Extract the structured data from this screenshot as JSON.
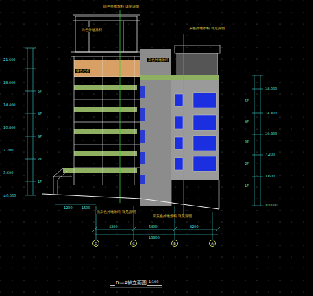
{
  "diagram": {
    "title": "D—A轴立面图",
    "nodes": [
      {
        "text": [
          "D"
        ]
      },
      {
        "text": [
          "C"
        ]
      },
      {
        "text": [
          "B"
        ]
      },
      {
        "text": [
          "A"
        ]
      }
    ],
    "labels": [
      "1:100",
      "白色外墙涂料 详见说明",
      "白色外墙涂料",
      "灰色外墙涂料 详见说明",
      "灰色外墙涂料",
      "绿色栏杆",
      "±0.000",
      "3.600",
      "7.200",
      "10.800",
      "14.400",
      "18.000",
      "21.600",
      "±0.000",
      "3.600",
      "7.200",
      "10.800",
      "14.400",
      "18.000",
      "1F",
      "2F",
      "3F",
      "4F",
      "5F",
      "1F",
      "2F",
      "3F",
      "4F",
      "5F",
      "4200",
      "5400",
      "4200",
      "13800",
      "1200",
      "1500",
      "浅灰色外墙涂料 详见说明",
      "深灰色外墙涂料 详见说明"
    ]
  }
}
